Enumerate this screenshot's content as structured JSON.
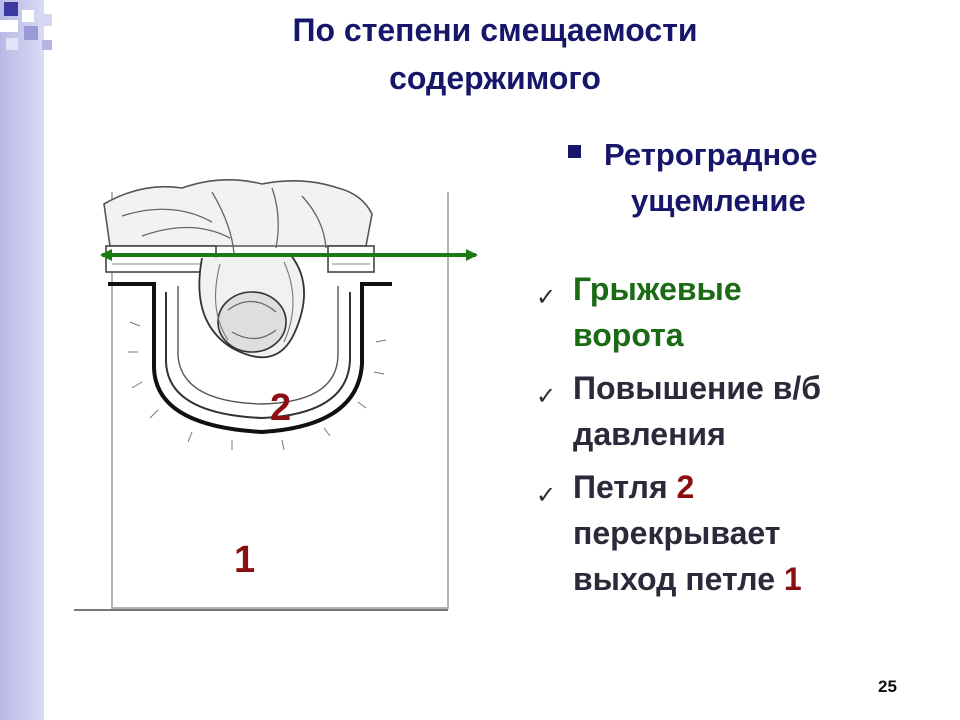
{
  "slide": {
    "title_line1": "По степени смещаемости",
    "title_line2": "содержимого",
    "heading": {
      "line1": "Ретроградное",
      "line2": "ущемление"
    },
    "items": [
      {
        "line1": "Грыжевые",
        "line2": "ворота"
      },
      {
        "line1": "Повышение в/б",
        "line2": "давления"
      },
      {
        "line1_text": "Петля",
        "line1_num": "2",
        "line2": "перекрывает",
        "line3_text": "выход петле",
        "line3_num": "1"
      }
    ],
    "figure": {
      "label_loop2": "2",
      "label_loop1": "1"
    },
    "page_number": "25"
  },
  "colors": {
    "title": "#16166a",
    "accent_green": "#1b6b14",
    "accent_red": "#8b0e10",
    "body_text": "#2a2a3a",
    "left_band": "#c8c8ee"
  },
  "icons": {
    "heading_bullet": "square-bullet-icon",
    "item_bullet": "checkmark-icon"
  }
}
